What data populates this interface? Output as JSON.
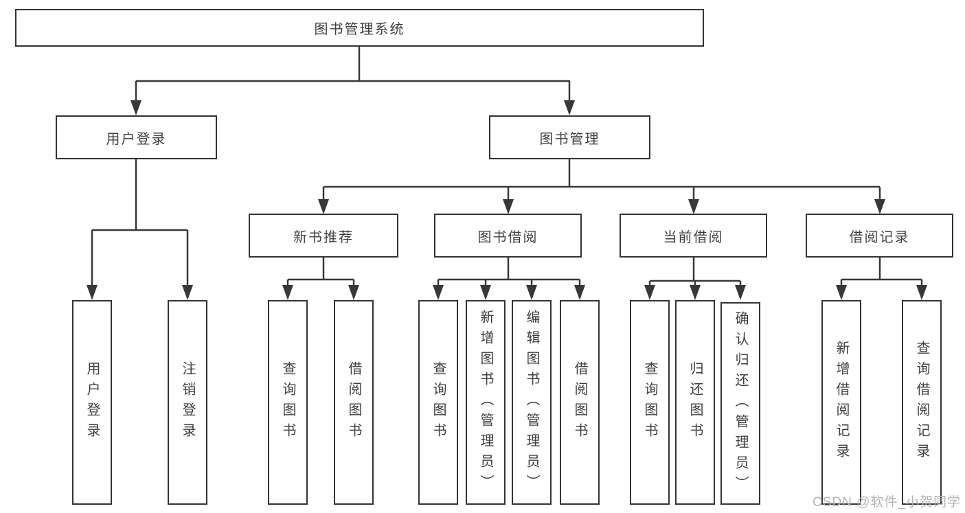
{
  "diagram": {
    "root": {
      "label": "图书管理系统"
    },
    "user_login": {
      "label": "用户登录",
      "children": [
        {
          "label": "用户登录"
        },
        {
          "label": "注销登录"
        }
      ]
    },
    "book_management": {
      "label": "图书管理",
      "sections": [
        {
          "label": "新书推荐",
          "children": [
            {
              "label": "查询图书"
            },
            {
              "label": "借阅图书"
            }
          ]
        },
        {
          "label": "图书借阅",
          "children": [
            {
              "label": "查询图书"
            },
            {
              "label": "新增图书（管理员）"
            },
            {
              "label": "编辑图书（管理员）"
            },
            {
              "label": "借阅图书"
            }
          ]
        },
        {
          "label": "当前借阅",
          "children": [
            {
              "label": "查询图书"
            },
            {
              "label": "归还图书"
            },
            {
              "label": "确认归还（管理员）"
            }
          ]
        },
        {
          "label": "借阅记录",
          "children": [
            {
              "label": "新增借阅记录"
            },
            {
              "label": "查询借阅记录"
            }
          ]
        }
      ]
    }
  },
  "watermark": {
    "text": "CSDN @软件_小贺同学"
  },
  "colors": {
    "line": "#383838",
    "border": "#333333",
    "text": "#3f3f3f",
    "watermark": "#b3b3b3",
    "background": "#ffffff"
  }
}
